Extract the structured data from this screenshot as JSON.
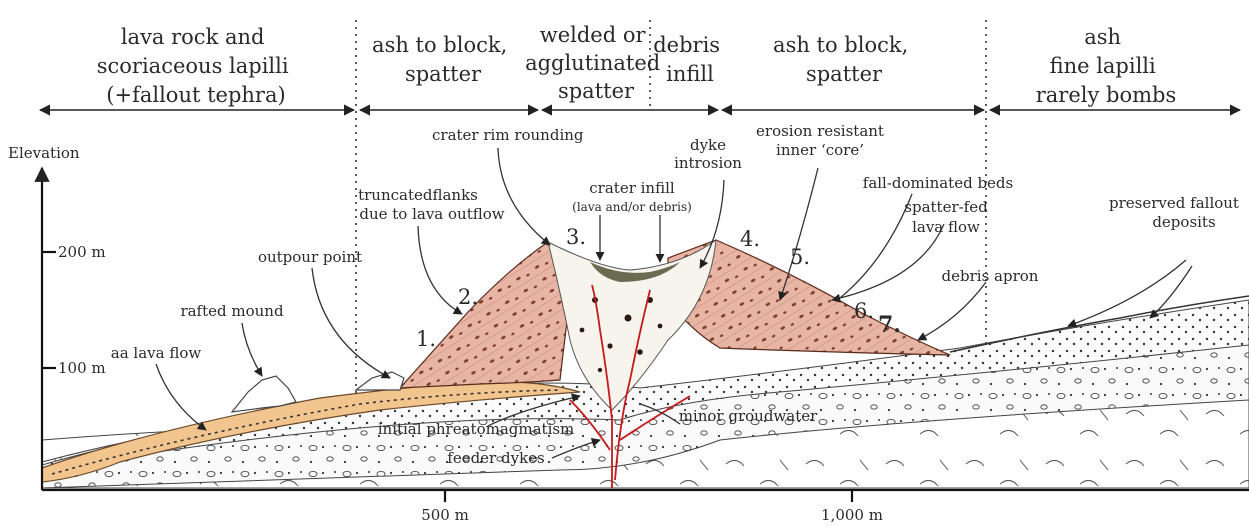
{
  "header_zones": [
    {
      "lines": [
        "lava rock and",
        "scoriaceous lapilli",
        "(+fallout tephra)"
      ]
    },
    {
      "lines": [
        "ash to block,",
        "spatter"
      ]
    },
    {
      "lines": [
        "welded or",
        "agglutinated",
        "spatter"
      ]
    },
    {
      "lines": [
        "debris",
        "infill"
      ]
    },
    {
      "lines": [
        "ash to block,",
        "spatter"
      ]
    },
    {
      "lines": [
        "ash",
        "fine lapilli",
        "rarely bombs"
      ]
    }
  ],
  "axis": {
    "y_label": "Elevation",
    "y_ticks": [
      "200 m",
      "100 m"
    ],
    "x_ticks": [
      "500 m",
      "1,000 m"
    ]
  },
  "labels": {
    "crater_rim": "crater rim rounding",
    "dyke_intrusion_1": "dyke",
    "dyke_intrusion_2": "introsion",
    "erosion_1": "erosion resistant",
    "erosion_2": "inner ‘core’",
    "truncated_1": "truncatedflanks",
    "truncated_2": "due to lava outflow",
    "crater_infill": "crater infill",
    "crater_infill_sub": "(lava and/or debris)",
    "fall_beds": "fall-dominated beds",
    "spatter_flow_1": "spatter-fed",
    "spatter_flow_2": "lava flow",
    "preserved_1": "preserved fallout",
    "preserved_2": "deposits",
    "outpour": "outpour point",
    "rafted": "rafted mound",
    "debris_apron": "debris apron",
    "aa_flow": "aa lava flow",
    "phreato": "initial phreatomagmatism",
    "groundwater": "minor groudwater",
    "feeder": "feeder dykes"
  },
  "numbers": [
    "1.",
    "2.",
    "3.",
    "4.",
    "5.",
    "6.",
    "7."
  ],
  "colors": {
    "cone": "#e8b4a4",
    "lava_flow": "#f2c48e",
    "infill": "#6b6a52",
    "dyke": "#c41a1a",
    "ink": "#222222"
  }
}
